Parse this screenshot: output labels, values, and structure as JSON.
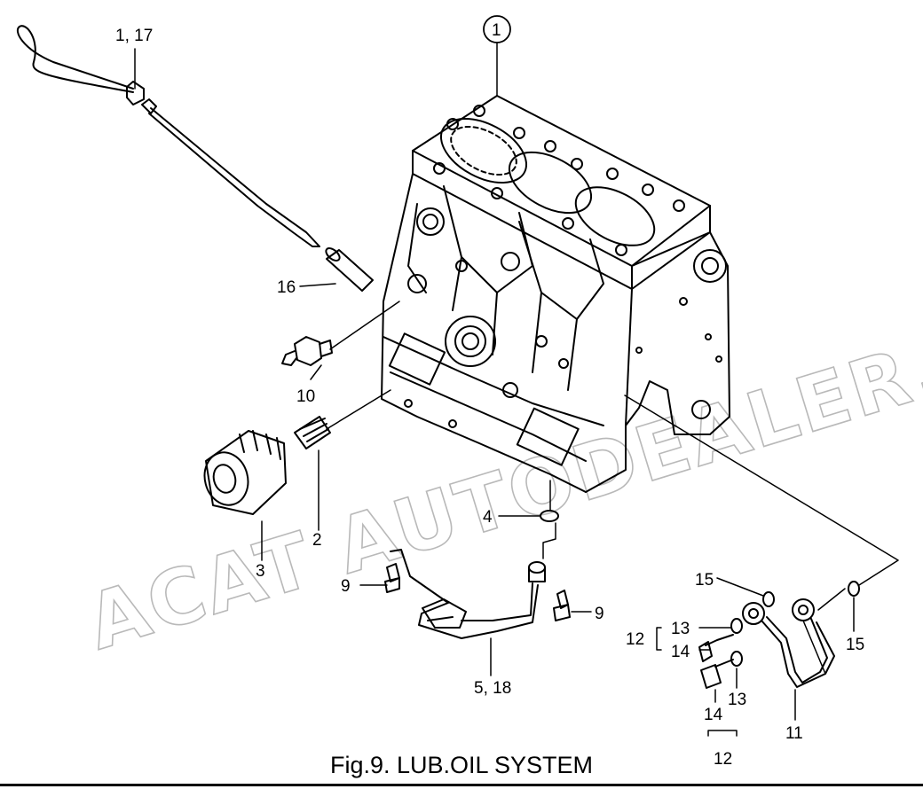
{
  "caption": "Fig.9.  LUB.OIL SYSTEM",
  "watermark": "ACAT AUTODEALER.RU",
  "parts": {
    "p1_17": "1, 17",
    "p1": "1",
    "p16": "16",
    "p10": "10",
    "p2": "2",
    "p3": "3",
    "p4": "4",
    "p9_left": "9",
    "p9_right": "9",
    "p5_18": "5, 18",
    "p15_top": "15",
    "p15_right": "15",
    "p13_top": "13",
    "p14_top": "14",
    "p12_mid": "12",
    "p13_bottom": "13",
    "p14_bottom": "14",
    "p11": "11",
    "p12_bottom": "12"
  }
}
